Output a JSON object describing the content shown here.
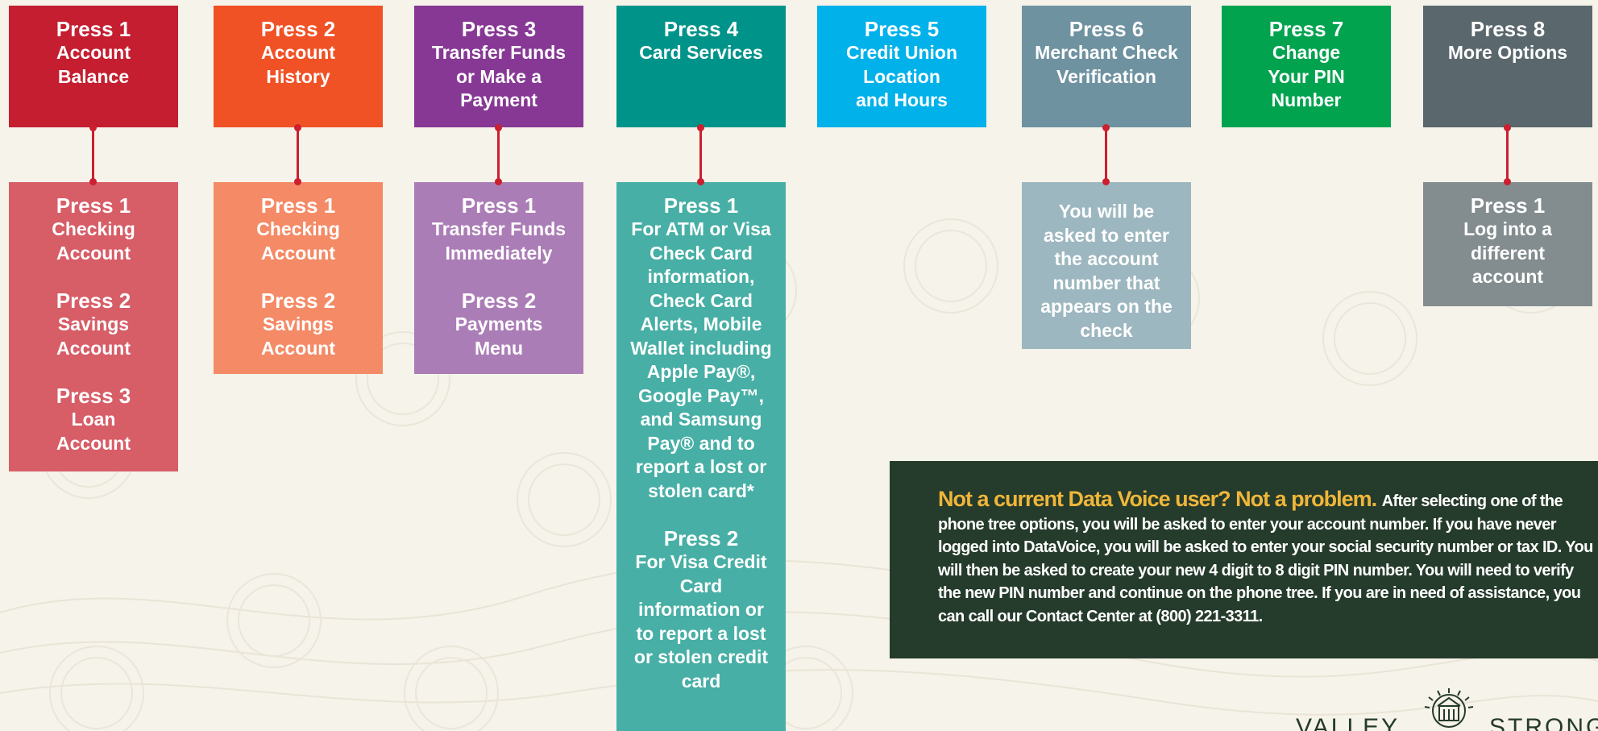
{
  "main_options": [
    {
      "press": "Press 1",
      "label": "Account\nBalance",
      "color": "#c41e30"
    },
    {
      "press": "Press 2",
      "label": "Account\nHistory",
      "color": "#f05125"
    },
    {
      "press": "Press 3",
      "label": "Transfer Funds\nor Make a\nPayment",
      "color": "#863894"
    },
    {
      "press": "Press 4",
      "label": "Card Services",
      "color": "#00938a"
    },
    {
      "press": "Press 5",
      "label": "Credit Union\nLocation\nand Hours",
      "color": "#00b1ea"
    },
    {
      "press": "Press 6",
      "label": "Merchant Check\nVerification",
      "color": "#6f92a0"
    },
    {
      "press": "Press 7",
      "label": "Change\nYour PIN\nNumber",
      "color": "#02a34f"
    },
    {
      "press": "Press 8",
      "label": "More Options",
      "color": "#5a676c"
    }
  ],
  "sub_menus": {
    "balance": [
      {
        "press": "Press 1",
        "label": "Checking\nAccount"
      },
      {
        "press": "Press 2",
        "label": "Savings\nAccount"
      },
      {
        "press": "Press 3",
        "label": "Loan\nAccount"
      }
    ],
    "history": [
      {
        "press": "Press 1",
        "label": "Checking\nAccount"
      },
      {
        "press": "Press 2",
        "label": "Savings\nAccount"
      }
    ],
    "transfer": [
      {
        "press": "Press 1",
        "label": "Transfer Funds\nImmediately"
      },
      {
        "press": "Press 2",
        "label": "Payments\nMenu"
      }
    ],
    "card": [
      {
        "press": "Press 1",
        "label": "For ATM or Visa\nCheck Card\ninformation,\nCheck Card\nAlerts, Mobile\nWallet including\nApple Pay®,\nGoogle Pay™,\nand Samsung\nPay® and to\nreport a lost or\nstolen card*"
      },
      {
        "press": "Press 2",
        "label": "For Visa Credit\nCard\ninformation or\nto report a lost\nor stolen credit\ncard"
      }
    ],
    "merchant": "You will be\nasked to enter\nthe account\nnumber that\nappears on the\ncheck",
    "more": [
      {
        "press": "Press 1",
        "label": "Log into a\ndifferent\naccount"
      }
    ]
  },
  "sub_colors": {
    "balance": "#d75d67",
    "history": "#f48a66",
    "transfer": "#ab7db6",
    "card": "#47afa5",
    "merchant": "#9db7c0",
    "more": "#838d8f"
  },
  "notice": {
    "headline": "Not a current Data Voice user? Not a problem.",
    "body": "After selecting one of the phone tree options, you will be asked to enter your account number. If you have never logged into DataVoice, you will be asked to enter your social security number or tax ID. You will then be asked to create your new 4 digit to 8 digit PIN number. You will need to verify the new PIN number and continue on the phone tree. If you are in need of assistance, you can call our Contact Center at (800) 221-3311.",
    "bg_color": "#253b2b",
    "headline_color": "#f0b63a"
  },
  "logo": {
    "left_word": "VALLEY",
    "right_word": "STRONG",
    "color": "#253b2b"
  },
  "connector_color": "#cc1f2f"
}
